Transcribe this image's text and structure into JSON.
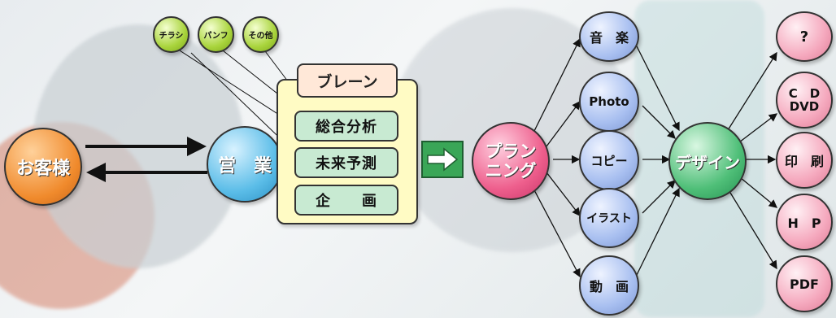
{
  "nodes": {
    "customer": "お客様",
    "sales": "営　業",
    "planning": "プラン\nニング",
    "design": "デザイン"
  },
  "small_tags": [
    "チラシ",
    "パンフ",
    "その他"
  ],
  "brain": {
    "title": "ブレーン",
    "items": [
      "総合分析",
      "未来予測",
      "企　　画"
    ]
  },
  "media": [
    "音　楽",
    "Photo",
    "コピー",
    "イラスト",
    "動　画"
  ],
  "outputs": [
    "?",
    "C　D\nDVD",
    "印　刷",
    "H　P",
    "PDF"
  ],
  "colors": {
    "customer": "#f08a2c",
    "sales": "#5bbde8",
    "planning": "#ee5f8d",
    "media": "#a8bff0",
    "design": "#4fbf78",
    "outputs": "#f5a9be",
    "tags": "#a9d43c",
    "panel": "#fffbc4"
  }
}
